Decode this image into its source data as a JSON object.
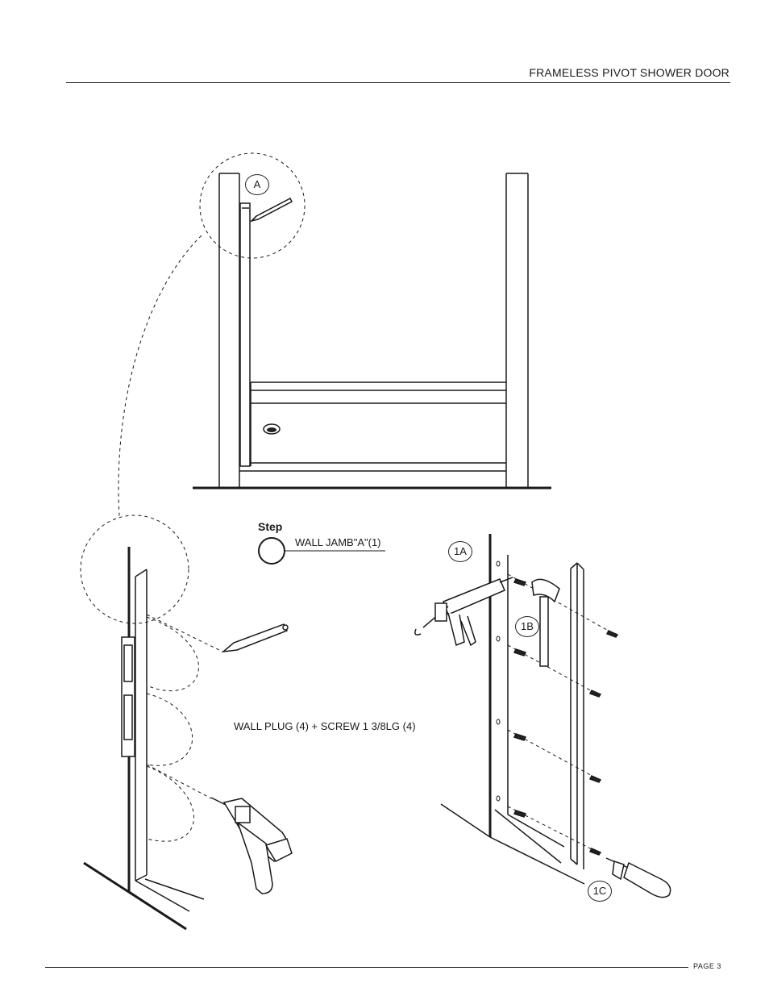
{
  "header": {
    "title": "FRAMELESS PIVOT SHOWER  DOOR"
  },
  "footer": {
    "page": "PAGE 3"
  },
  "labels": {
    "detail_a": "A",
    "step": "Step",
    "wall_jamb": "WALL JAMB\"A\"(1)",
    "wall_plug": "WALL PLUG (4) + SCREW 1 3/8LG (4)",
    "step_1a": "1A",
    "step_1b": "1B",
    "step_1c": "1C"
  },
  "icons": [
    "pencil-icon",
    "drill-icon",
    "caulking-gun-icon",
    "hammer-icon",
    "screwdriver-icon",
    "screw-icon"
  ]
}
